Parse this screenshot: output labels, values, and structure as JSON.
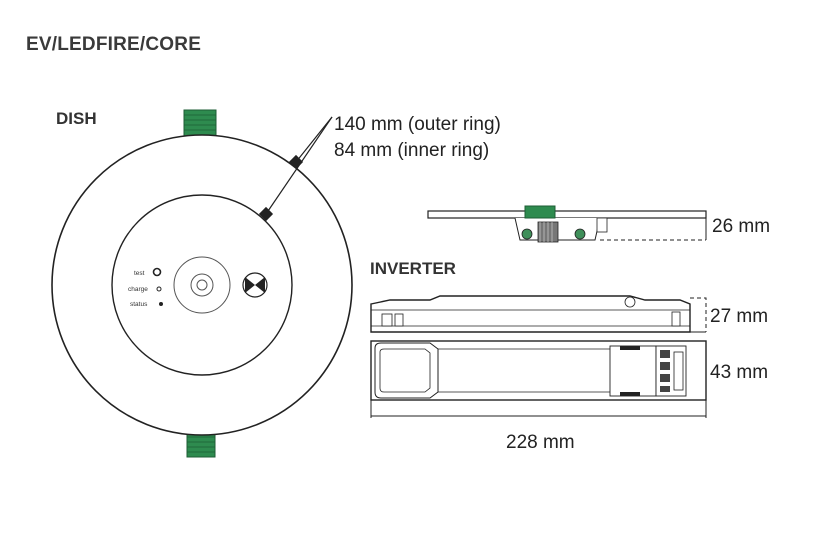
{
  "title": "EV/LEDFIRE/CORE",
  "labels": {
    "dish": "DISH",
    "inverter": "INVERTER",
    "outer_ring": "140 mm (outer ring)",
    "inner_ring": "84 mm (inner ring)",
    "dish_height": "26 mm",
    "inverter_height": "27 mm",
    "inverter_width": "43 mm",
    "inverter_length": "228 mm",
    "indicator_test": "test",
    "indicator_charge": "charge",
    "indicator_status": "status"
  },
  "colors": {
    "line": "#222222",
    "connector_green": "#2e8b4f",
    "title": "#3a3a3a"
  }
}
